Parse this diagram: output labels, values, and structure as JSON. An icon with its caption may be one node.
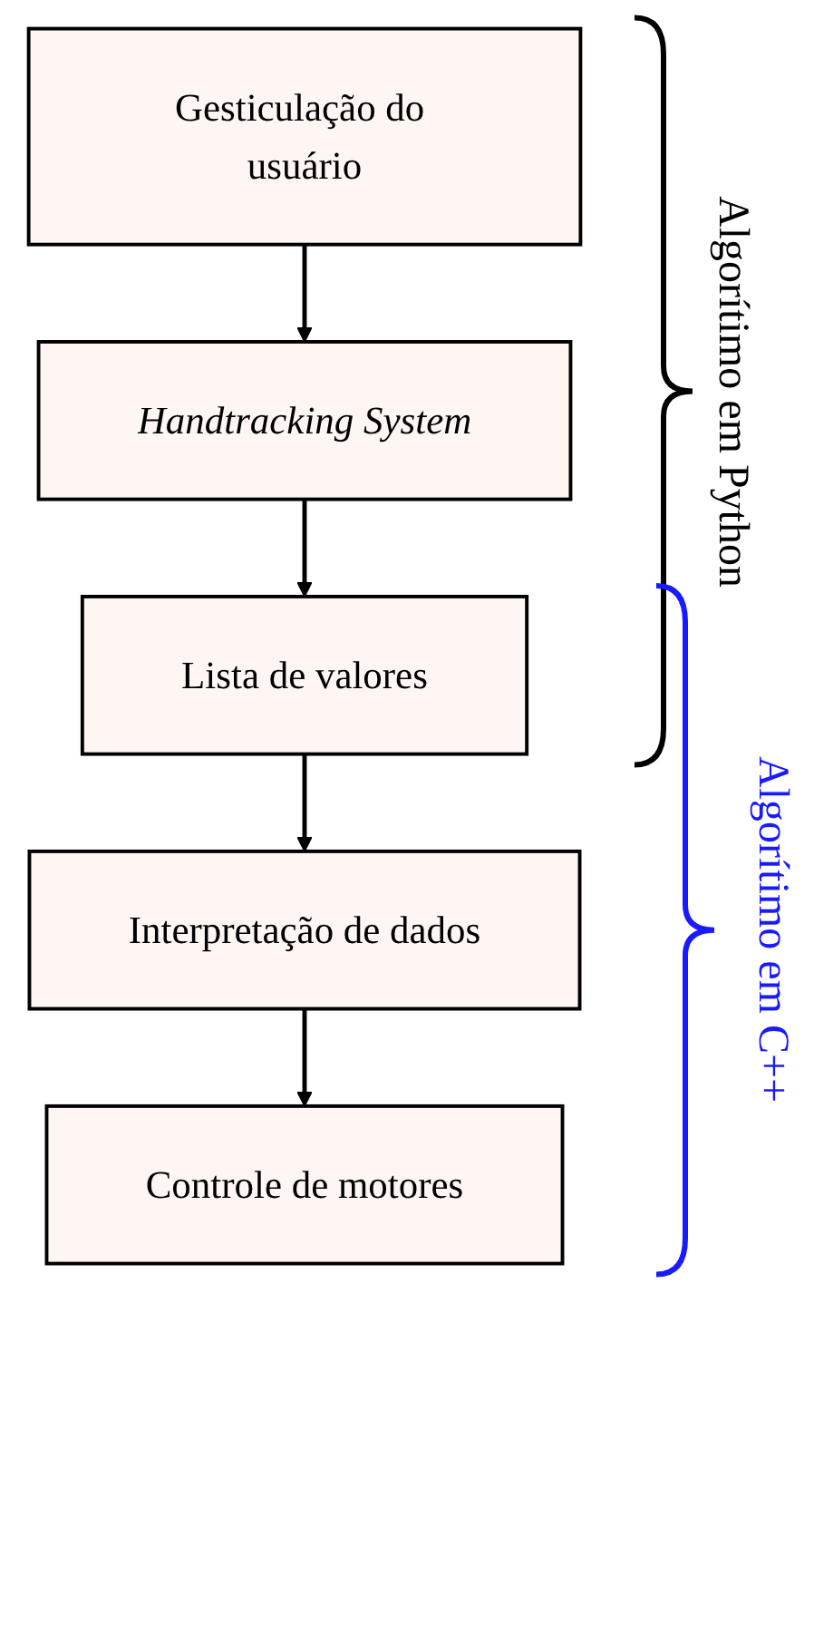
{
  "diagram": {
    "nodes": [
      {
        "text": [
          "Gesticulação do usuário"
        ]
      },
      {
        "text": [
          "Handtracking System"
        ]
      },
      {
        "text": [
          "Lista de valores"
        ]
      },
      {
        "text": [
          "Interpretação de dados"
        ]
      },
      {
        "text": [
          "Controle de motores"
        ]
      }
    ],
    "edges": [
      {
        "from": 0,
        "to": 1,
        "arrow": "to"
      },
      {
        "from": 1,
        "to": 2,
        "arrow": "to"
      },
      {
        "from": 2,
        "to": 3,
        "arrow": "to"
      },
      {
        "from": 3,
        "to": 4,
        "arrow": "to"
      }
    ],
    "labels": [
      "Algorítimo em Python",
      "Algorítimo em C++"
    ]
  }
}
